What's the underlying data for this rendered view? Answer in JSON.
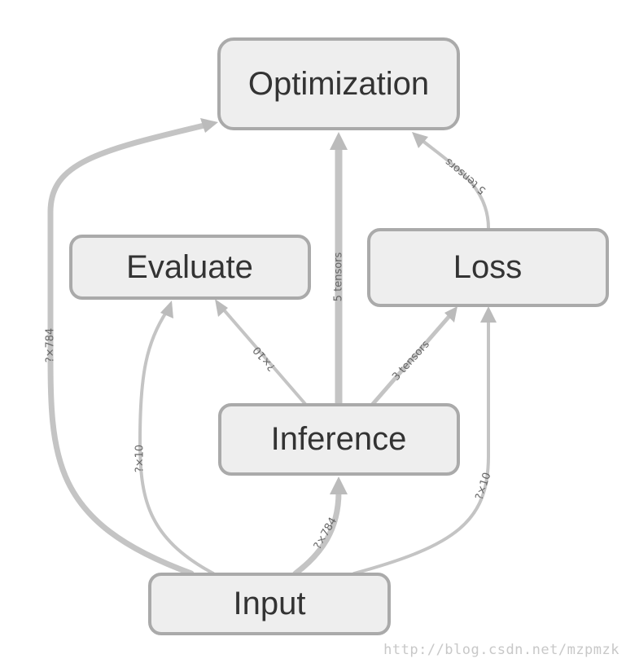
{
  "nodes": {
    "optimization": "Optimization",
    "evaluate": "Evaluate",
    "loss": "Loss",
    "inference": "Inference",
    "input": "Input"
  },
  "edges": {
    "input_to_optimization": "?×784",
    "inference_to_optimization": "5 tensors",
    "loss_to_optimization": "5 tensors",
    "inference_to_evaluate": "?×10",
    "inference_to_loss": "3 tensors",
    "input_to_evaluate": "?×10",
    "input_to_inference": "?×784",
    "input_to_loss": "?×10"
  },
  "colors": {
    "node_fill": "#eeeeee",
    "node_stroke": "#aaaaaa",
    "edge": "#c4c4c4",
    "text": "#333333"
  },
  "watermark": "http://blog.csdn.net/mzpmzk"
}
